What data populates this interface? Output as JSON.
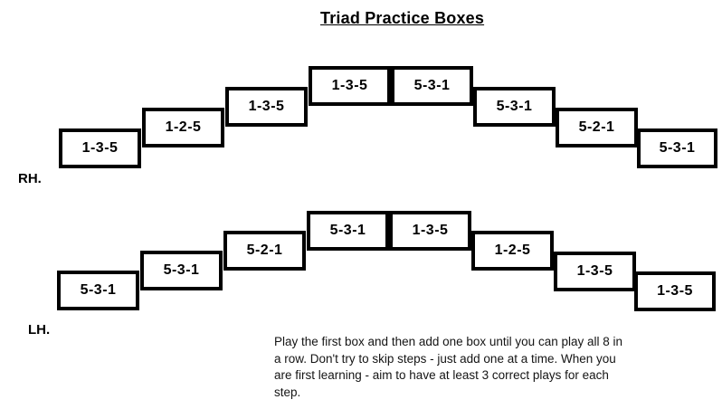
{
  "title": "Triad Practice Boxes",
  "rows": {
    "rh": {
      "label": "RH.",
      "boxes": [
        "1-3-5",
        "1-2-5",
        "1-3-5",
        "1-3-5",
        "5-3-1",
        "5-3-1",
        "5-2-1",
        "5-3-1"
      ]
    },
    "lh": {
      "label": "LH.",
      "boxes": [
        "5-3-1",
        "5-3-1",
        "5-2-1",
        "5-3-1",
        "1-3-5",
        "1-2-5",
        "1-3-5",
        "1-3-5"
      ]
    }
  },
  "instructions": {
    "lines": [
      "Play the first box and then add one box until you can play all 8 in",
      "a row. Don't try to skip steps - just add one at a time. When you",
      "are first learning - aim to have at least 3 correct plays for each",
      "step."
    ]
  },
  "colors": {
    "background": "#ffffff",
    "box_border": "#000000",
    "text": "#000000"
  }
}
